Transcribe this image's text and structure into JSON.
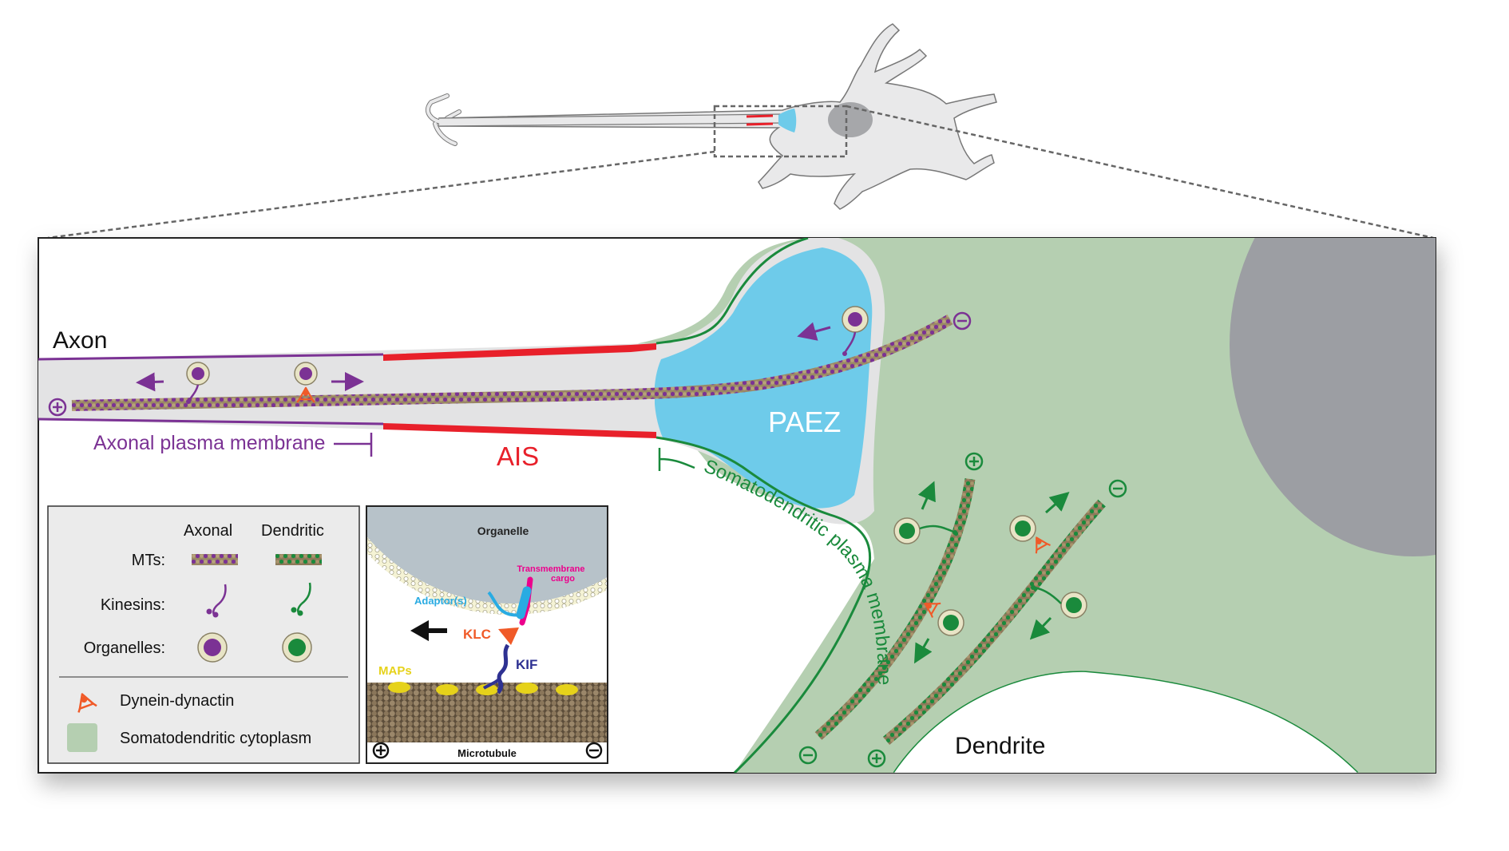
{
  "labels": {
    "axon": "Axon",
    "axonal_membrane": "Axonal plasma membrane",
    "ais": "AIS",
    "paez": "PAEZ",
    "somatodendritic_membrane": "Somatodendritic plasma membrane",
    "dendrite": "Dendrite"
  },
  "legend": {
    "col_axonal": "Axonal",
    "col_dendritic": "Dendritic",
    "row_mts": "MTs:",
    "row_kinesins": "Kinesins:",
    "row_organelles": "Organelles:",
    "dynein": "Dynein-dynactin",
    "cytoplasm": "Somatodendritic cytoplasm"
  },
  "inset": {
    "organelle": "Organelle",
    "cargo_line1": "Transmembrane",
    "cargo_line2": "cargo",
    "adaptor": "Adaptor(s)",
    "klc": "KLC",
    "kif": "KIF",
    "maps": "MAPs",
    "microtubule": "Microtubule"
  },
  "colors": {
    "axonal": "#7b3294",
    "dendritic": "#1a8a3c",
    "ais": "#e8202a",
    "paez": "#6ecbea",
    "cytoplasm": "#b5cfb1",
    "nucleus": "#9c9ea3",
    "dynein": "#f05a28",
    "kif": "#2e3192",
    "adaptor": "#29abe2",
    "cargo": "#ec008c",
    "maps": "#e6d21a"
  },
  "icons": [
    "plus-end-icon",
    "minus-end-icon",
    "direction-arrow-icon",
    "organelle-icon",
    "kinesin-icon",
    "dynein-dynactin-icon"
  ]
}
